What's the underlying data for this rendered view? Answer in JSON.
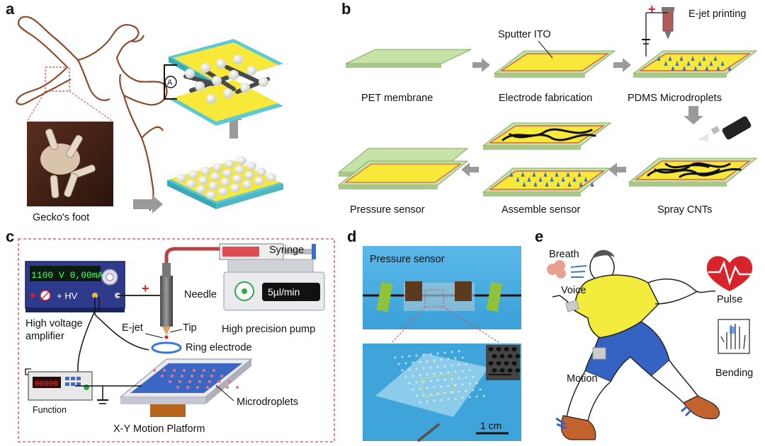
{
  "panels": {
    "a": {
      "letter": "a",
      "caption": "Gecko's foot",
      "ammeter": "A"
    },
    "b": {
      "letter": "b",
      "steps": [
        "PET membrane",
        "Electrode fabrication",
        "PDMS Microdroplets",
        "Spray CNTs",
        "Assemble sensor",
        "Pressure sensor"
      ],
      "sputter_label": "Sputter  ITO",
      "ejet_label": "E-jet printing",
      "polarity": "+"
    },
    "c": {
      "letter": "c",
      "display_text": "1100 V 0,00mA",
      "hv_label": "+ HV",
      "amplifier_label_1": "High voltage",
      "amplifier_label_2": "amplifier",
      "function_label": "Function",
      "needle_label": "Needle",
      "syringe_label": "Syringe",
      "pump_display": "5µl/min",
      "pump_label": "High precision pump",
      "ejet_label": "E-jet",
      "tip_label": "Tip",
      "ring_label": "Ring electrode",
      "microdroplets_label": "Microdroplets",
      "platform_label": "X-Y Motion Platform",
      "polarity": "+"
    },
    "d": {
      "letter": "d",
      "photo_label": "Pressure sensor",
      "scale_label": "1 cm"
    },
    "e": {
      "letter": "e",
      "breath": "Breath",
      "voice": "Voice",
      "pulse": "Pulse",
      "bending": "Bending",
      "motion": "Motion"
    }
  },
  "colors": {
    "pet_green": "#c7e2a6",
    "ito_yellow": "#f7e83a",
    "substrate_blue": "#5ec9d6",
    "gecko_brown": "#8b4a2b",
    "arrow_gray": "#9a9a9a",
    "dashed_red": "#d9464a",
    "shirt_yellow": "#f4ec3c",
    "shorts_blue": "#3563c4",
    "shoe_orange": "#c4622d"
  }
}
